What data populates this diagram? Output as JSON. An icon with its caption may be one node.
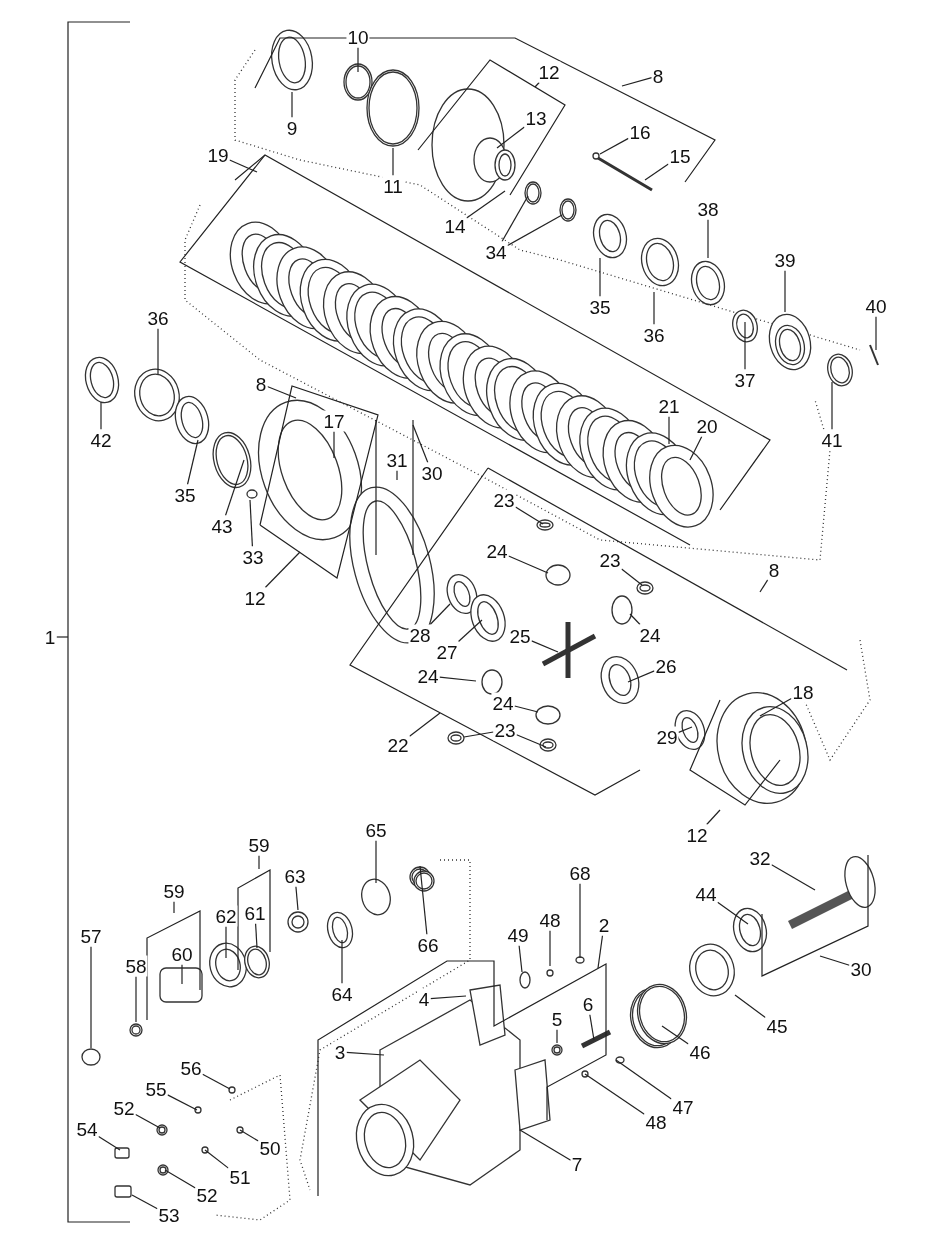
{
  "diagram": {
    "nodes": [
      {
        "text": [
          "1"
        ]
      },
      {
        "text": [
          "9"
        ]
      },
      {
        "text": [
          "10"
        ]
      },
      {
        "text": [
          "11"
        ]
      },
      {
        "text": [
          "12"
        ]
      },
      {
        "text": [
          "13"
        ]
      },
      {
        "text": [
          "8"
        ]
      },
      {
        "text": [
          "16"
        ]
      },
      {
        "text": [
          "15"
        ]
      },
      {
        "text": [
          "19"
        ]
      },
      {
        "text": [
          "14"
        ]
      },
      {
        "text": [
          "34"
        ]
      },
      {
        "text": [
          "35"
        ]
      },
      {
        "text": [
          "36"
        ]
      },
      {
        "text": [
          "38"
        ]
      },
      {
        "text": [
          "39"
        ]
      },
      {
        "text": [
          "40"
        ]
      },
      {
        "text": [
          "37"
        ]
      },
      {
        "text": [
          "41"
        ]
      },
      {
        "text": [
          "36"
        ]
      },
      {
        "text": [
          "42"
        ]
      },
      {
        "text": [
          "8"
        ]
      },
      {
        "text": [
          "17"
        ]
      },
      {
        "text": [
          "31"
        ]
      },
      {
        "text": [
          "30"
        ]
      },
      {
        "text": [
          "21"
        ]
      },
      {
        "text": [
          "20"
        ]
      },
      {
        "text": [
          "35"
        ]
      },
      {
        "text": [
          "43"
        ]
      },
      {
        "text": [
          "33"
        ]
      },
      {
        "text": [
          "12"
        ]
      },
      {
        "text": [
          "23"
        ]
      },
      {
        "text": [
          "24"
        ]
      },
      {
        "text": [
          "23"
        ]
      },
      {
        "text": [
          "8"
        ]
      },
      {
        "text": [
          "28"
        ]
      },
      {
        "text": [
          "24"
        ]
      },
      {
        "text": [
          "27"
        ]
      },
      {
        "text": [
          "25"
        ]
      },
      {
        "text": [
          "26"
        ]
      },
      {
        "text": [
          "24"
        ]
      },
      {
        "text": [
          "24"
        ]
      },
      {
        "text": [
          "23"
        ]
      },
      {
        "text": [
          "22"
        ]
      },
      {
        "text": [
          "29"
        ]
      },
      {
        "text": [
          "18"
        ]
      },
      {
        "text": [
          "12"
        ]
      },
      {
        "text": [
          "65"
        ]
      },
      {
        "text": [
          "66"
        ]
      },
      {
        "text": [
          "59"
        ]
      },
      {
        "text": [
          "63"
        ]
      },
      {
        "text": [
          "59"
        ]
      },
      {
        "text": [
          "62"
        ]
      },
      {
        "text": [
          "61"
        ]
      },
      {
        "text": [
          "60"
        ]
      },
      {
        "text": [
          "57"
        ]
      },
      {
        "text": [
          "58"
        ]
      },
      {
        "text": [
          "64"
        ]
      },
      {
        "text": [
          "68"
        ]
      },
      {
        "text": [
          "49"
        ]
      },
      {
        "text": [
          "48"
        ]
      },
      {
        "text": [
          "2"
        ]
      },
      {
        "text": [
          "32"
        ]
      },
      {
        "text": [
          "44"
        ]
      },
      {
        "text": [
          "30"
        ]
      },
      {
        "text": [
          "45"
        ]
      },
      {
        "text": [
          "4"
        ]
      },
      {
        "text": [
          "5"
        ]
      },
      {
        "text": [
          "6"
        ]
      },
      {
        "text": [
          "46"
        ]
      },
      {
        "text": [
          "3"
        ]
      },
      {
        "text": [
          "47"
        ]
      },
      {
        "text": [
          "48"
        ]
      },
      {
        "text": [
          "7"
        ]
      },
      {
        "text": [
          "56"
        ]
      },
      {
        "text": [
          "55"
        ]
      },
      {
        "text": [
          "52"
        ]
      },
      {
        "text": [
          "50"
        ]
      },
      {
        "text": [
          "54"
        ]
      },
      {
        "text": [
          "51"
        ]
      },
      {
        "text": [
          "52"
        ]
      },
      {
        "text": [
          "53"
        ]
      }
    ],
    "edges": [
      {
        "from": 0,
        "to": null,
        "arrow": "none"
      },
      {
        "from": 1,
        "to": null,
        "arrow": "none"
      },
      {
        "from": 2,
        "to": null,
        "arrow": "none"
      },
      {
        "from": 3,
        "to": null,
        "arrow": "none"
      },
      {
        "from": 4,
        "to": null,
        "arrow": "none"
      },
      {
        "from": 5,
        "to": null,
        "arrow": "none"
      },
      {
        "from": 6,
        "to": null,
        "arrow": "none"
      },
      {
        "from": 7,
        "to": null,
        "arrow": "none"
      },
      {
        "from": 8,
        "to": null,
        "arrow": "none"
      },
      {
        "from": 9,
        "to": null,
        "arrow": "none"
      },
      {
        "from": 10,
        "to": null,
        "arrow": "none"
      },
      {
        "from": 11,
        "to": null,
        "arrow": "none"
      },
      {
        "from": 11,
        "to": null,
        "arrow": "none"
      },
      {
        "from": 12,
        "to": null,
        "arrow": "none"
      },
      {
        "from": 13,
        "to": null,
        "arrow": "none"
      },
      {
        "from": 14,
        "to": null,
        "arrow": "none"
      },
      {
        "from": 15,
        "to": null,
        "arrow": "none"
      },
      {
        "from": 16,
        "to": null,
        "arrow": "none"
      },
      {
        "from": 17,
        "to": null,
        "arrow": "none"
      },
      {
        "from": 18,
        "to": null,
        "arrow": "none"
      },
      {
        "from": 19,
        "to": null,
        "arrow": "none"
      },
      {
        "from": 20,
        "to": null,
        "arrow": "none"
      },
      {
        "from": 21,
        "to": null,
        "arrow": "none"
      },
      {
        "from": 22,
        "to": null,
        "arrow": "none"
      },
      {
        "from": 23,
        "to": null,
        "arrow": "none"
      },
      {
        "from": 24,
        "to": null,
        "arrow": "none"
      },
      {
        "from": 25,
        "to": null,
        "arrow": "none"
      },
      {
        "from": 26,
        "to": null,
        "arrow": "none"
      },
      {
        "from": 27,
        "to": null,
        "arrow": "none"
      },
      {
        "from": 28,
        "to": null,
        "arrow": "none"
      },
      {
        "from": 29,
        "to": null,
        "arrow": "none"
      },
      {
        "from": 30,
        "to": null,
        "arrow": "none"
      },
      {
        "from": 31,
        "to": null,
        "arrow": "none"
      },
      {
        "from": 32,
        "to": null,
        "arrow": "none"
      },
      {
        "from": 33,
        "to": null,
        "arrow": "none"
      },
      {
        "from": 34,
        "to": null,
        "arrow": "none"
      },
      {
        "from": 35,
        "to": null,
        "arrow": "none"
      },
      {
        "from": 36,
        "to": null,
        "arrow": "none"
      },
      {
        "from": 37,
        "to": null,
        "arrow": "none"
      },
      {
        "from": 38,
        "to": null,
        "arrow": "none"
      },
      {
        "from": 39,
        "to": null,
        "arrow": "none"
      },
      {
        "from": 40,
        "to": null,
        "arrow": "none"
      },
      {
        "from": 41,
        "to": null,
        "arrow": "none"
      },
      {
        "from": 42,
        "to": null,
        "arrow": "none"
      },
      {
        "from": 42,
        "to": null,
        "arrow": "none"
      },
      {
        "from": 43,
        "to": null,
        "arrow": "none"
      },
      {
        "from": 44,
        "to": null,
        "arrow": "none"
      },
      {
        "from": 45,
        "to": null,
        "arrow": "none"
      },
      {
        "from": 46,
        "to": null,
        "arrow": "none"
      },
      {
        "from": 47,
        "to": null,
        "arrow": "none"
      },
      {
        "from": 48,
        "to": null,
        "arrow": "none"
      },
      {
        "from": 49,
        "to": null,
        "arrow": "none"
      },
      {
        "from": 50,
        "to": null,
        "arrow": "none"
      },
      {
        "from": 51,
        "to": null,
        "arrow": "none"
      },
      {
        "from": 52,
        "to": null,
        "arrow": "none"
      },
      {
        "from": 53,
        "to": null,
        "arrow": "none"
      },
      {
        "from": 54,
        "to": null,
        "arrow": "none"
      },
      {
        "from": 55,
        "to": null,
        "arrow": "none"
      },
      {
        "from": 56,
        "to": null,
        "arrow": "none"
      },
      {
        "from": 57,
        "to": null,
        "arrow": "none"
      },
      {
        "from": 58,
        "to": null,
        "arrow": "none"
      },
      {
        "from": 59,
        "to": null,
        "arrow": "none"
      },
      {
        "from": 60,
        "to": null,
        "arrow": "none"
      },
      {
        "from": 61,
        "to": null,
        "arrow": "none"
      },
      {
        "from": 62,
        "to": null,
        "arrow": "none"
      },
      {
        "from": 63,
        "to": null,
        "arrow": "none"
      },
      {
        "from": 64,
        "to": null,
        "arrow": "none"
      },
      {
        "from": 65,
        "to": null,
        "arrow": "none"
      },
      {
        "from": 66,
        "to": null,
        "arrow": "none"
      },
      {
        "from": 67,
        "to": null,
        "arrow": "none"
      },
      {
        "from": 68,
        "to": null,
        "arrow": "none"
      },
      {
        "from": 69,
        "to": null,
        "arrow": "none"
      },
      {
        "from": 70,
        "to": null,
        "arrow": "none"
      },
      {
        "from": 71,
        "to": null,
        "arrow": "none"
      },
      {
        "from": 72,
        "to": null,
        "arrow": "none"
      },
      {
        "from": 73,
        "to": null,
        "arrow": "none"
      },
      {
        "from": 74,
        "to": null,
        "arrow": "none"
      },
      {
        "from": 75,
        "to": null,
        "arrow": "none"
      },
      {
        "from": 76,
        "to": null,
        "arrow": "none"
      },
      {
        "from": 77,
        "to": null,
        "arrow": "none"
      },
      {
        "from": 78,
        "to": null,
        "arrow": "none"
      },
      {
        "from": 79,
        "to": null,
        "arrow": "none"
      },
      {
        "from": 80,
        "to": null,
        "arrow": "none"
      },
      {
        "from": 81,
        "to": null,
        "arrow": "none"
      }
    ]
  }
}
